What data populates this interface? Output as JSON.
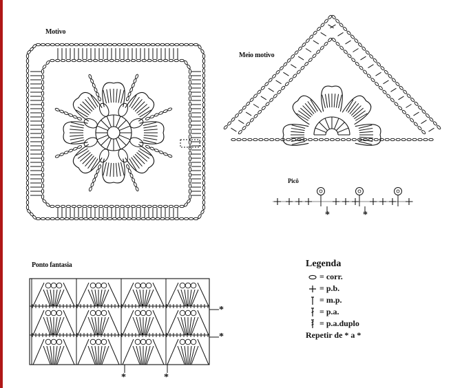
{
  "labels": {
    "motivo": "Motivo",
    "meio_motivo": "Meio motivo",
    "pico": "Picô",
    "ponto_fantasia": "Ponto fantasia"
  },
  "legend": {
    "title": "Legenda",
    "items": [
      {
        "icon": "chain-oval-icon",
        "text": "= corr."
      },
      {
        "icon": "plus-icon",
        "text": "= p.b."
      },
      {
        "icon": "half-dc-icon",
        "text": "= m.p."
      },
      {
        "icon": "dc-icon",
        "text": "= p.a."
      },
      {
        "icon": "tr-icon",
        "text": "= p.a.duplo"
      }
    ],
    "repeat": "Repetir de * a *"
  },
  "repeat_mark": "*",
  "colors": {
    "ink": "#111111",
    "accent": "#b01818"
  }
}
